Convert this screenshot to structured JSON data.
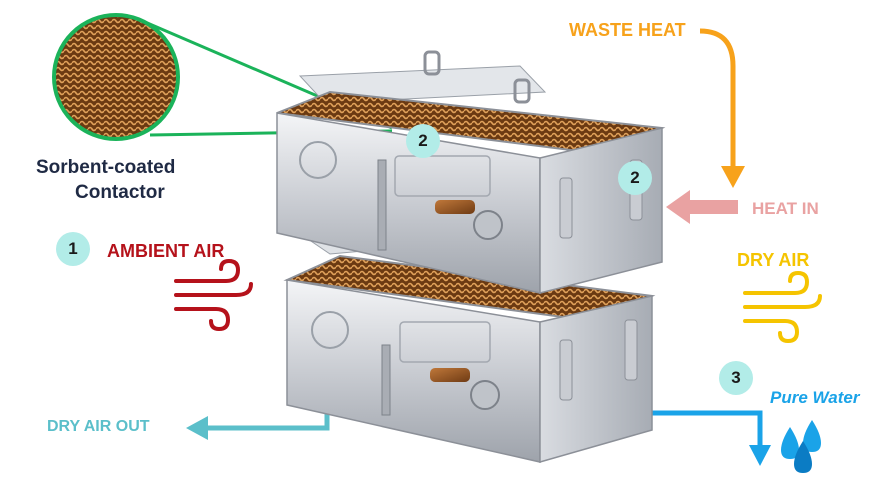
{
  "labels": {
    "waste_heat": "WASTE HEAT",
    "heat_in": "HEAT IN",
    "ambient_air": "AMBIENT AIR",
    "dry_air": "DRY AIR",
    "dry_air_out": "DRY AIR OUT",
    "pure_water": "Pure Water",
    "contactor_line1": "Sorbent-coated",
    "contactor_line2": "Contactor"
  },
  "badges": {
    "ambient_step": "1",
    "contactor_step": "2",
    "heat_step": "2",
    "water_step": "3"
  },
  "colors": {
    "waste_heat": "#f7a21b",
    "heat_in": "#e9a2a2",
    "ambient_air": "#b5121b",
    "dry_air": "#f5c400",
    "dry_air_out": "#5bbfca",
    "pure_water": "#1aa3e8",
    "contactor_label": "#1f2a44",
    "badge_fill": "#b2ece8",
    "callout_line": "#1bb35a"
  },
  "icons": {
    "ambient_air": "wind-icon",
    "dry_air": "wind-icon",
    "pure_water": "water-drops-icon"
  }
}
